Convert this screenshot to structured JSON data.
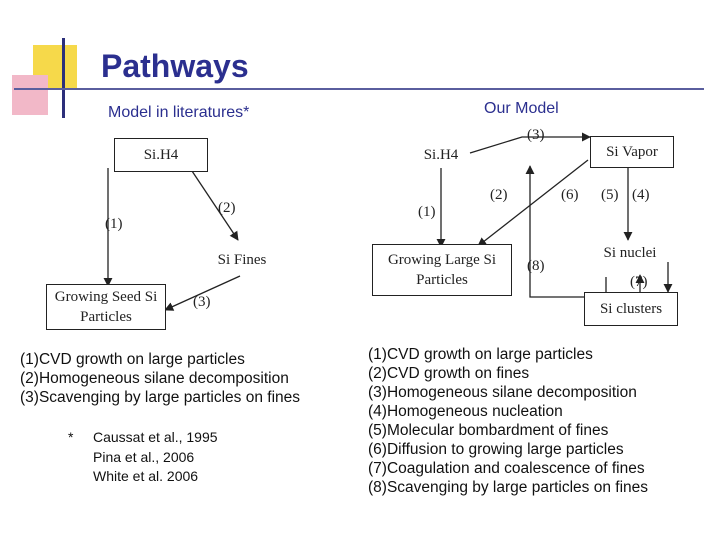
{
  "title": "Pathways",
  "left_heading": "Model in literatures*",
  "right_heading": "Our Model",
  "left_diagram": {
    "nodes": {
      "sih4": "Si.H4",
      "si_fines": "Si Fines",
      "growing_seed": "Growing Seed Si Particles"
    },
    "edge_labels": {
      "e1": "(1)",
      "e2": "(2)",
      "e3": "(3)"
    }
  },
  "right_diagram": {
    "nodes": {
      "sih4_sub": "Si.H4",
      "si_vapor": "Si Vapor",
      "growing_large": "Growing Large Si Particles",
      "si_nuclei": "Si nuclei",
      "si_clusters": "Si clusters"
    },
    "edge_labels": {
      "e1": "(1)",
      "e2": "(2)",
      "e3": "(3)",
      "e4": "(4)",
      "e5": "(5)",
      "e6": "(6)",
      "e7": "(7)",
      "e8": "(8)"
    }
  },
  "left_legend": [
    "(1)CVD growth on large particles",
    "(2)Homogeneous silane decomposition",
    "(3)Scavenging by large particles on fines"
  ],
  "right_legend": [
    "(1)CVD growth on large particles",
    "(2)CVD growth on fines",
    "(3)Homogeneous silane decomposition",
    "(4)Homogeneous nucleation",
    "(5)Molecular bombardment of fines",
    "(6)Diffusion to growing large particles",
    "(7)Coagulation and coalescence of fines",
    "(8)Scavenging by large particles on fines"
  ],
  "references": {
    "marker": "*",
    "entries": [
      "Caussat et al., 1995",
      "Pina et al., 2006",
      "White et al. 2006"
    ]
  },
  "colors": {
    "title": "#2b2f8f",
    "deco_yellow": "#f6d94a",
    "deco_pink": "#f2b8c8",
    "line": "#222222"
  }
}
